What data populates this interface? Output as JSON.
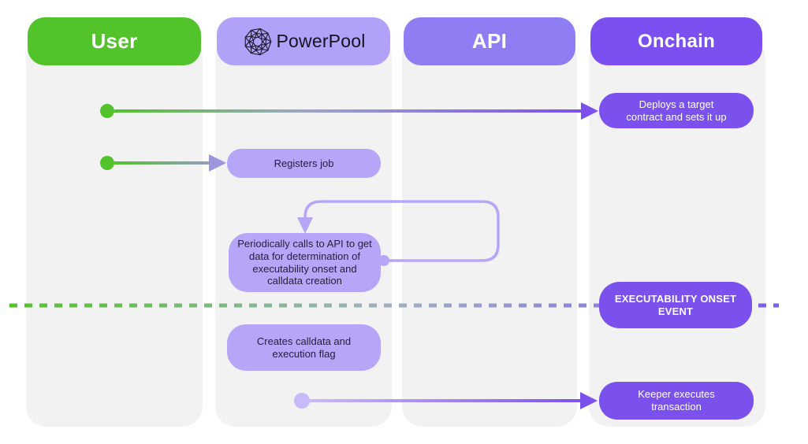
{
  "lanes": [
    {
      "id": "user",
      "label": "User"
    },
    {
      "id": "powerpool",
      "label": "PowerPool"
    },
    {
      "id": "api",
      "label": "API"
    },
    {
      "id": "onchain",
      "label": "Onchain"
    }
  ],
  "messages": {
    "deploy": {
      "text": "Deploys a target contract and sets it up",
      "from": "User",
      "to": "Onchain"
    },
    "register": {
      "text": "Registers job",
      "from": "User",
      "to": "PowerPool"
    },
    "periodic": {
      "text": "Periodically calls to API to get data for determination of executability onset and calldata creation",
      "from": "PowerPool",
      "to": "API"
    },
    "event": {
      "text": "EXECUTABILITY ONSET EVENT",
      "lane": "Onchain"
    },
    "create": {
      "text": "Creates calldata and execution flag",
      "lane": "PowerPool"
    },
    "keeper": {
      "text": "Keeper executes transaction",
      "from": "PowerPool",
      "to": "Onchain"
    }
  },
  "colors": {
    "user_green": "#53c32b",
    "powerpool_header_purple": "#b1a1f8",
    "api_purple": "#8f7df3",
    "onchain_purple": "#7b4ff0",
    "message_dark_purple": "#7b51ee",
    "message_light_purple": "#b7a6f7",
    "lane_gray": "#f2f2f3",
    "loop_stroke": "#b7a6f7"
  }
}
